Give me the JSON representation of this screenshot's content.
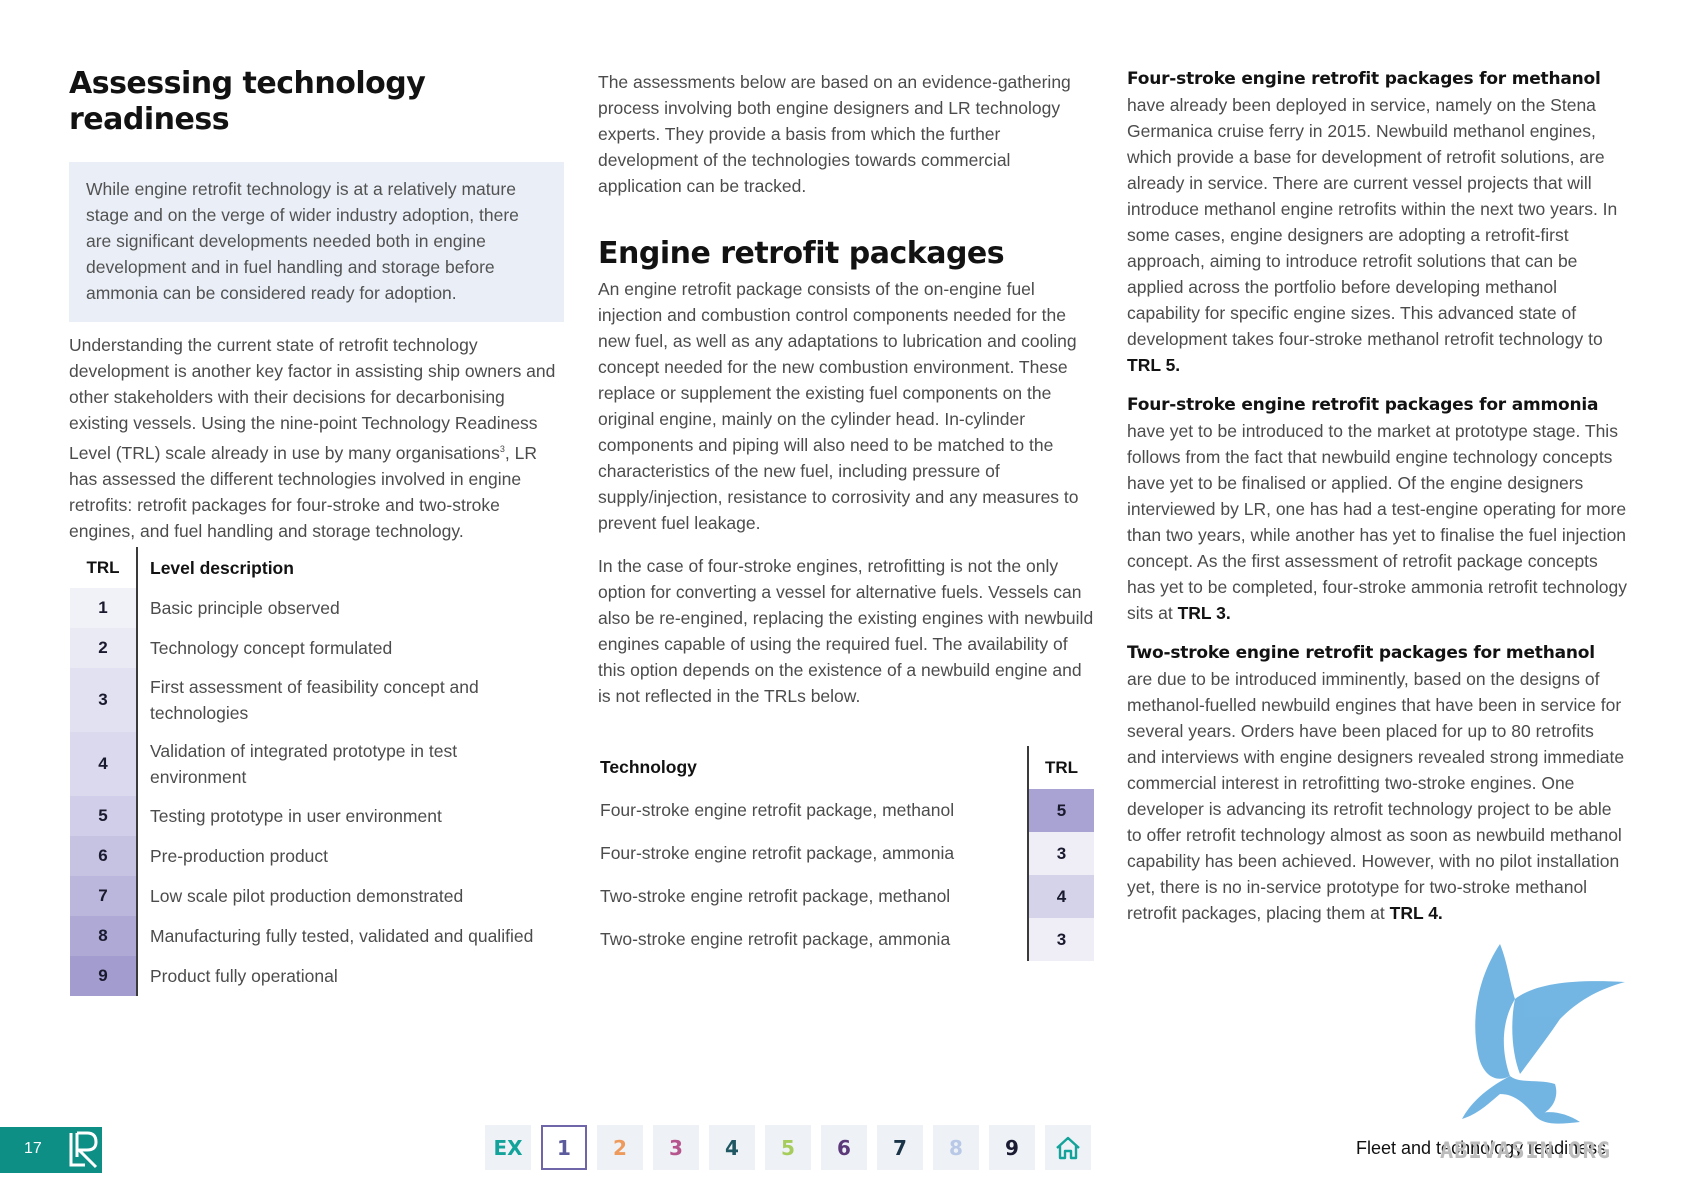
{
  "col1": {
    "title": "Assessing technology readiness",
    "callout": "While engine retrofit technology is at a relatively mature stage and on the verge of wider industry adoption, there are significant developments needed both in engine development and in fuel handling and storage before ammonia can be considered ready for adoption.",
    "para_before_sup": "Understanding the current state of retrofit technology development is another key factor in assisting ship owners and other stakeholders with their decisions for decarbonising existing vessels. Using the nine-point Technology Readiness Level (TRL) scale already in use by many organisations",
    "para_sup": "3",
    "para_after_sup": ", LR has assessed the different technologies involved in engine retrofits: retrofit packages for four-stroke and two-stroke engines, and fuel handling and storage technology."
  },
  "trl_table": {
    "header_trl": "TRL",
    "header_desc": "Level description",
    "rows": [
      {
        "level": "1",
        "desc": "Basic principle observed",
        "color": "#f1f1f8"
      },
      {
        "level": "2",
        "desc": "Technology concept formulated",
        "color": "#eaeaf5"
      },
      {
        "level": "3",
        "desc": "First assessment of feasibility concept and technologies",
        "color": "#e2e1f1"
      },
      {
        "level": "4",
        "desc": "Validation of integrated prototype in test environment",
        "color": "#dad9ed"
      },
      {
        "level": "5",
        "desc": "Testing prototype in user environment",
        "color": "#d0cee8"
      },
      {
        "level": "6",
        "desc": "Pre-production product",
        "color": "#c5c2e2"
      },
      {
        "level": "7",
        "desc": "Low scale pilot production demonstrated",
        "color": "#bab6dc"
      },
      {
        "level": "8",
        "desc": "Manufacturing fully tested, validated and qualified",
        "color": "#aea9d5"
      },
      {
        "level": "9",
        "desc": "Product fully operational",
        "color": "#a39dcf"
      }
    ]
  },
  "col2": {
    "intro": "The assessments below are based on an evidence-gathering process involving both engine designers and LR technology experts. They provide a basis from which the further development of the technologies towards commercial application can be tracked.",
    "section_title": "Engine retrofit packages",
    "para1": "An engine retrofit package consists of the on-engine fuel injection and combustion control components needed for the new fuel, as well as any adaptations to lubrication and cooling concept needed for the new combustion environment. These replace or supplement the existing fuel components on the original engine, mainly on the cylinder head. In-cylinder components and piping will also need to be matched to the characteristics of the new fuel, including pressure of supply/injection, resistance to corrosivity and any measures to prevent fuel leakage.",
    "para2": "In the case of four-stroke engines, retrofitting is not the only option for converting a vessel for alternative fuels. Vessels can also be re-engined, replacing the existing engines with newbuild engines capable of using the required fuel. The availability of this option depends on the existence of a newbuild engine and is not reflected in the TRLs below."
  },
  "tech_table": {
    "header_tech": "Technology",
    "header_trl": "TRL",
    "rows": [
      {
        "name": "Four-stroke engine retrofit package, methanol",
        "trl": "5",
        "color": "#a8a3d3"
      },
      {
        "name": "Four-stroke engine retrofit package, ammonia",
        "trl": "3",
        "color": "#efeef7"
      },
      {
        "name": "Two-stroke engine retrofit package, methanol",
        "trl": "4",
        "color": "#d5d3ea"
      },
      {
        "name": "Two-stroke engine retrofit package, ammonia",
        "trl": "3",
        "color": "#efeef7"
      }
    ]
  },
  "col3": {
    "blocks": [
      {
        "heading": "Four-stroke engine retrofit packages for methanol",
        "text": "have already been deployed in service, namely on the Stena Germanica cruise ferry in 2015. Newbuild methanol engines, which provide a base for development of retrofit solutions, are already in service. There are current vessel projects that will introduce methanol engine retrofits within the next two years. In some cases, engine designers are adopting a retrofit-first approach, aiming to introduce retrofit solutions that can be applied across the portfolio before developing methanol capability for specific engine sizes. This advanced state of development takes four-stroke methanol retrofit technology to ",
        "trl": "TRL 5."
      },
      {
        "heading": "Four-stroke engine retrofit packages for ammonia",
        "text": "have yet to be introduced to the market at prototype stage. This follows from the fact that newbuild engine technology concepts have yet to be finalised or applied. Of the engine designers interviewed by LR, one has had a test-engine operating for more than two years, while another has yet to finalise the fuel injection concept. As the first assessment of retrofit package concepts has yet to be completed, four-stroke ammonia retrofit technology sits at ",
        "trl": "TRL 3."
      },
      {
        "heading": "Two-stroke engine retrofit packages for methanol",
        "text": "are due to be introduced imminently, based on the designs of methanol-fuelled newbuild engines that have been in service for several years. Orders have been placed for up to 80 retrofits and interviews with engine designers revealed strong immediate commercial interest in retrofitting two-stroke engines. One developer is advancing its retrofit technology project to be able to offer retrofit technology almost as soon as newbuild methanol capability has been achieved. However, with no pilot installation yet, there is no in-service prototype for two-stroke methanol retrofit packages, placing them at ",
        "trl": "TRL 4."
      }
    ]
  },
  "footer": {
    "page_number": "17",
    "logo": "LR",
    "title": "Fleet and technology readiness",
    "watermark": "ABIVASIN.ORG",
    "nav": [
      {
        "label": "EX",
        "color": "#13a39b",
        "active": false
      },
      {
        "label": "1",
        "color": "#5a5a9c",
        "active": true
      },
      {
        "label": "2",
        "color": "#ee9a5d",
        "active": false
      },
      {
        "label": "3",
        "color": "#b6558d",
        "active": false
      },
      {
        "label": "4",
        "color": "#1f5763",
        "active": false
      },
      {
        "label": "5",
        "color": "#a6cc5c",
        "active": false
      },
      {
        "label": "6",
        "color": "#5c3a7a",
        "active": false
      },
      {
        "label": "7",
        "color": "#1b3448",
        "active": false
      },
      {
        "label": "8",
        "color": "#b9c8e6",
        "active": false
      },
      {
        "label": "9",
        "color": "#1b1b34",
        "active": false
      }
    ],
    "home_icon": "home-icon",
    "home_color": "#13a39b"
  }
}
